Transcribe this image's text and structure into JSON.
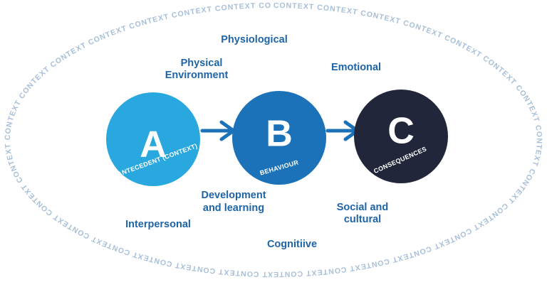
{
  "context_ring": {
    "word": "CONTEXT"
  },
  "nodes": [
    {
      "id": "a",
      "letter": "A",
      "label": "ANTECEDENT (CONTEXT)",
      "color": "#29a8e0"
    },
    {
      "id": "b",
      "letter": "B",
      "label": "BEHAVIOUR",
      "color": "#1c72b8"
    },
    {
      "id": "c",
      "letter": "C",
      "label": "CONSEQUENCES",
      "color": "#22263a"
    }
  ],
  "factors": {
    "physiological": "Physiological",
    "physical_1": "Physical",
    "physical_2": "Environment",
    "emotional": "Emotional",
    "development_1": "Development",
    "development_2": "and learning",
    "social_1": "Social and",
    "social_2": "cultural",
    "interpersonal": "Interpersonal",
    "cognitive": "Cognitiive"
  },
  "colors": {
    "ring_text": "#a7bfd8",
    "factor_text": "#1d64a8",
    "arrow": "#1c72b8"
  }
}
